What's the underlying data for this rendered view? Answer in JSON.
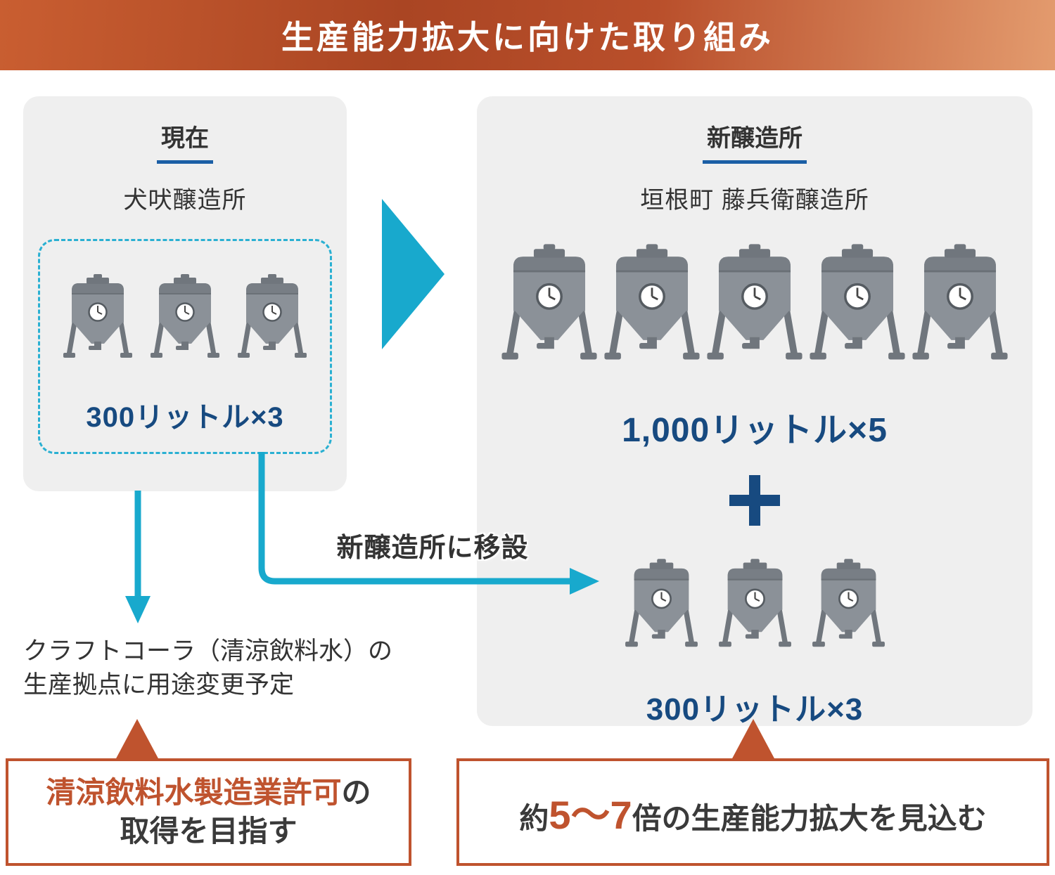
{
  "header": {
    "title": "生産能力拡大に向けた取り組み"
  },
  "current_panel": {
    "label": "現在",
    "facility_name": "犬吠醸造所",
    "capacity": "300リットル×3",
    "tank_count": 3
  },
  "new_panel": {
    "label": "新醸造所",
    "facility_name": "垣根町 藤兵衛醸造所",
    "large_capacity": "1,000リットル×5",
    "large_tank_count": 5,
    "small_capacity": "300リットル×3",
    "small_tank_count": 3
  },
  "annotations": {
    "relocation": "新醸造所に移設",
    "repurpose_line1": "クラフトコーラ（清涼飲料水）の",
    "repurpose_line2": "生産拠点に用途変更予定"
  },
  "callout_left": {
    "highlight": "清涼飲料水製造業許可",
    "tail": "の",
    "line2": "取得を目指す"
  },
  "callout_right": {
    "prefix": "約",
    "highlight": "5〜7",
    "suffix": "倍の生産能力拡大を見込む"
  },
  "icons": {
    "tank": "fermentation-tank-icon",
    "plus": "plus-icon",
    "big_arrow": "arrow-right-icon",
    "down_arrow": "arrow-down-icon",
    "elbow_arrow": "elbow-arrow-right-icon",
    "pointer": "pointer-up-triangle-icon"
  },
  "colors": {
    "accent_orange": "#bf532e",
    "navy_text": "#174a80",
    "cyan_arrow": "#18a9cd",
    "underline_blue": "#1b5fa5",
    "panel_bg": "#efefef"
  }
}
